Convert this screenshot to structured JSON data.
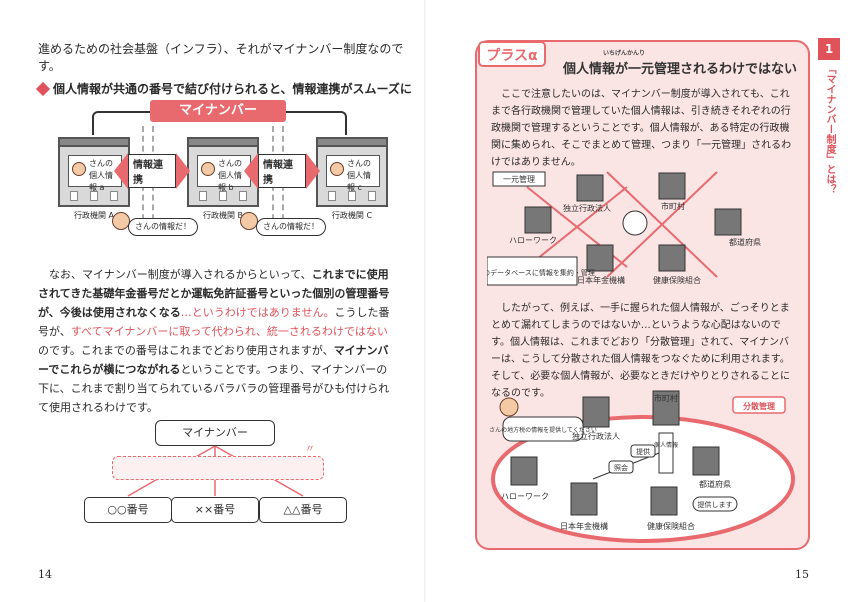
{
  "left": {
    "intro": "進めるための社会基盤（インフラ）、それがマイナンバー制度なのです。",
    "bullet_heading": "個人情報が共通の番号で結び付けられると、情報連携がスムーズに",
    "banner": "マイナンバー",
    "agencies": [
      {
        "line1": "さんの",
        "line2": "個人情報 a",
        "label": "行政機関 A"
      },
      {
        "line1": "さんの",
        "line2": "個人情報 b",
        "label": "行政機関 B"
      },
      {
        "line1": "さんの",
        "line2": "個人情報 c",
        "label": "行政機関 C"
      }
    ],
    "link_label": "情報連携",
    "speech": "さんの情報だ！",
    "body": [
      {
        "text": "なお、マイナンバー制度が導入されるからといって、",
        "style": ""
      },
      {
        "text": "これまでに使用されてきた基礎年金番号だとか運転免許証番号といった個別の管理番号が、今後は使用されなくなる",
        "style": "bold"
      },
      {
        "text": "…というわけではありません。",
        "style": "red"
      },
      {
        "text": "こうした番号が、",
        "style": ""
      },
      {
        "text": "すべてマイナンバーに取って代わられ、統一されるわけではない",
        "style": "red"
      },
      {
        "text": "のです。これまでの番号はこれまでどおり使用されますが、",
        "style": ""
      },
      {
        "text": "マイナンバーでこれらが横につながれる",
        "style": "bold"
      },
      {
        "text": "ということです。つまり、マイナンバーの下に、これまで割り当てられているバラバラの管理番号がひも付けられて使用されるわけです。",
        "style": ""
      }
    ],
    "mynumber_box": "マイナンバー",
    "numbers": [
      "○○番号",
      "××番号",
      "△△番号"
    ],
    "page_number": "14"
  },
  "right": {
    "badge": "プラスα",
    "title": "個人情報が一元管理されるわけではない",
    "title_ruby": "いちげんかんり",
    "para1": "ここで注意したいのは、マイナンバー制度が導入されても、これまで各行政機関で管理していた個人情報は、引き続きそれぞれの行政機関で管理するということです。個人情報が、ある特定の行政機関に集められ、そこでまとめて管理、つまり「一元管理」されるわけではありません。",
    "central_label": "一元管理",
    "db_note": "共通のデータベースに情報を集約・管理",
    "orgs": {
      "independent": "独立行政法人",
      "municipality": "市町村",
      "hellowork": "ハローワーク",
      "prefecture": "都道府県",
      "pension": "日本年金機構",
      "health": "健康保険組合"
    },
    "para2": "したがって、例えば、一手に握られた個人情報が、ごっそりとまとめて漏れてしまうのではないか…というような心配はないのです。個人情報は、これまでどおり「分散管理」されて、マイナンバーは、こうして分散された個人情報をつなぐために利用されます。そして、必要な個人情報が、必要なときだけやりとりされることになるのです。",
    "distributed_label": "分散管理",
    "request_speech": "さんの地方税の情報を提供してください",
    "inquiry": "照会",
    "provide": "提供",
    "personal_info": "個人情報",
    "will_provide": "提供します",
    "page_number": "15"
  },
  "side_tab": {
    "number": "1",
    "text": "「マイナンバー制度」とは？"
  }
}
